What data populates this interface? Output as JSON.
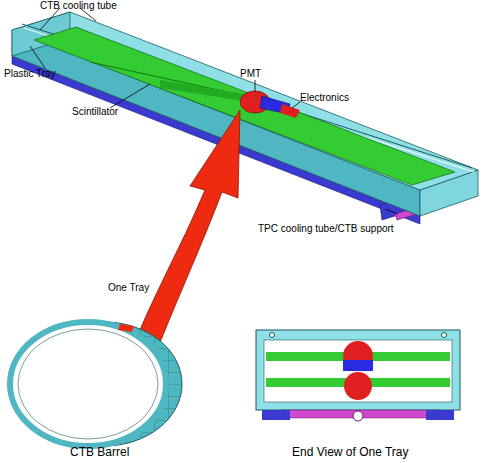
{
  "diagram": {
    "labels": [
      "CTB cooling tube",
      "PMT",
      "Plastic Tray",
      "Electronics",
      "Scintillator",
      "TPC cooling tube/CTB support",
      "One Tray",
      "CTB Barrel",
      "End View of One Tray"
    ]
  }
}
